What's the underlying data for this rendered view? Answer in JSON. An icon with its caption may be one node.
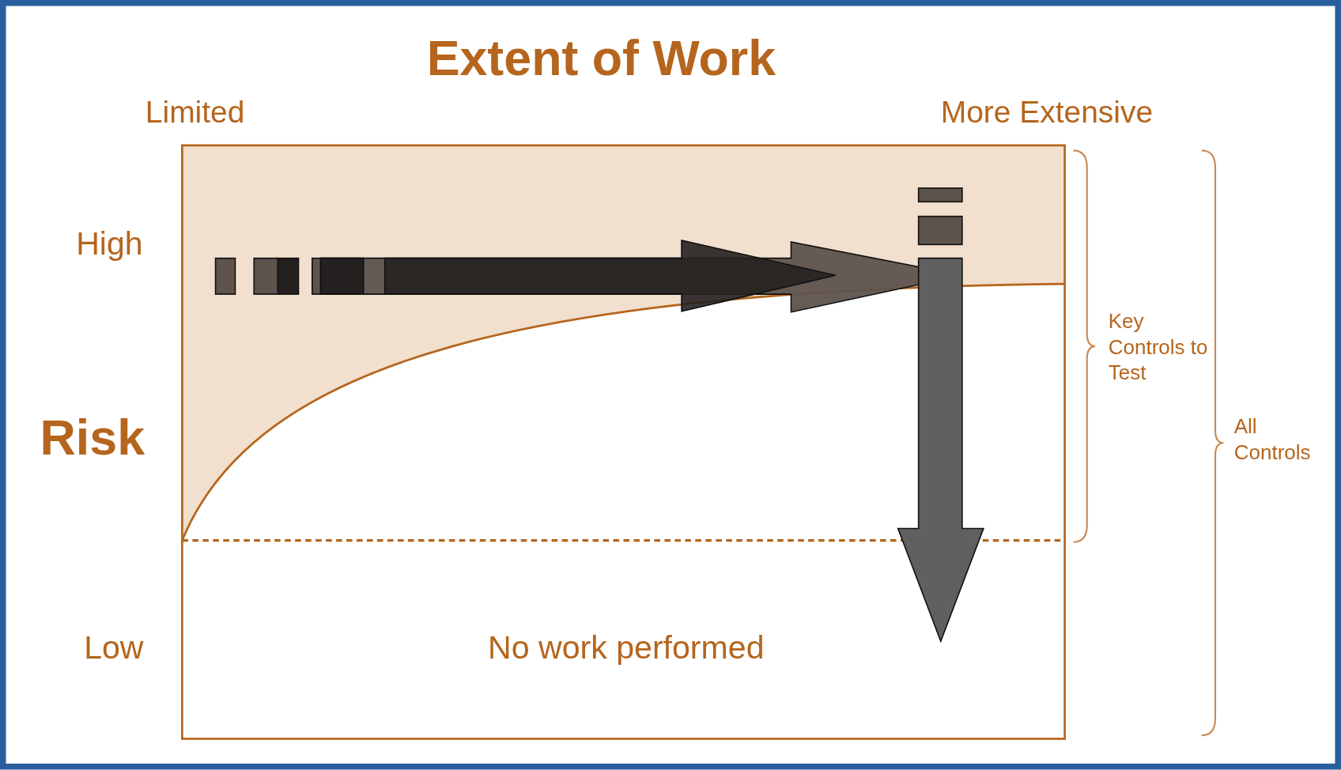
{
  "diagram": {
    "title": "Extent of Work",
    "labels": [
      "Limited",
      "More Extensive",
      "High",
      "Key Controls to Test",
      "Risk",
      "All Controls",
      "Low",
      "No work performed"
    ]
  }
}
